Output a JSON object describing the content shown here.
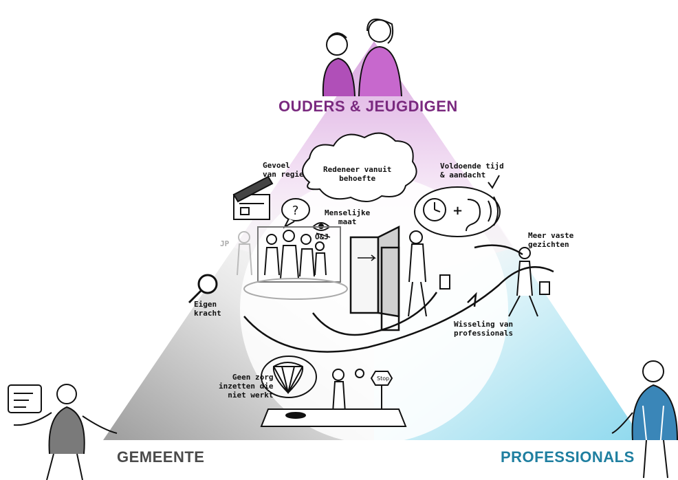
{
  "corners": {
    "top": {
      "label": "OUDERS & JEUGDIGEN",
      "color": "#7a2a7f"
    },
    "left": {
      "label": "GEMEENTE",
      "color": "#4a4a4a"
    },
    "right": {
      "label": "PROFESSIONALS",
      "color": "#1f7fa0"
    }
  },
  "annotations": {
    "gevoel_regie_1": "Gevoel",
    "gevoel_regie_2": "van regie",
    "redeneer_1": "Redeneer vanuit",
    "redeneer_2": "behoefte",
    "menselijke_1": "Menselijke",
    "menselijke_2": "maat",
    "oj": "O&J",
    "jp": "JP",
    "voldoende_1": "Voldoende tijd",
    "voldoende_2": "& aandacht",
    "vaste_1": "Meer vaste",
    "vaste_2": "gezichten",
    "eigen_1": "Eigen",
    "eigen_2": "kracht",
    "wisseling_1": "Wisseling van",
    "wisseling_2": "professionals",
    "geen_1": "Geen zorg",
    "geen_2": "inzetten die",
    "geen_3": "niet werkt",
    "stop": "Stop",
    "question": "?",
    "plus": "+"
  },
  "colors": {
    "triangle_top": "#e7c6ea",
    "triangle_left": "#bdbdbd",
    "triangle_right": "#bfe7f2",
    "ink": "#111111",
    "person_purple": "#b04fb8",
    "person_blue": "#3a86b8"
  }
}
